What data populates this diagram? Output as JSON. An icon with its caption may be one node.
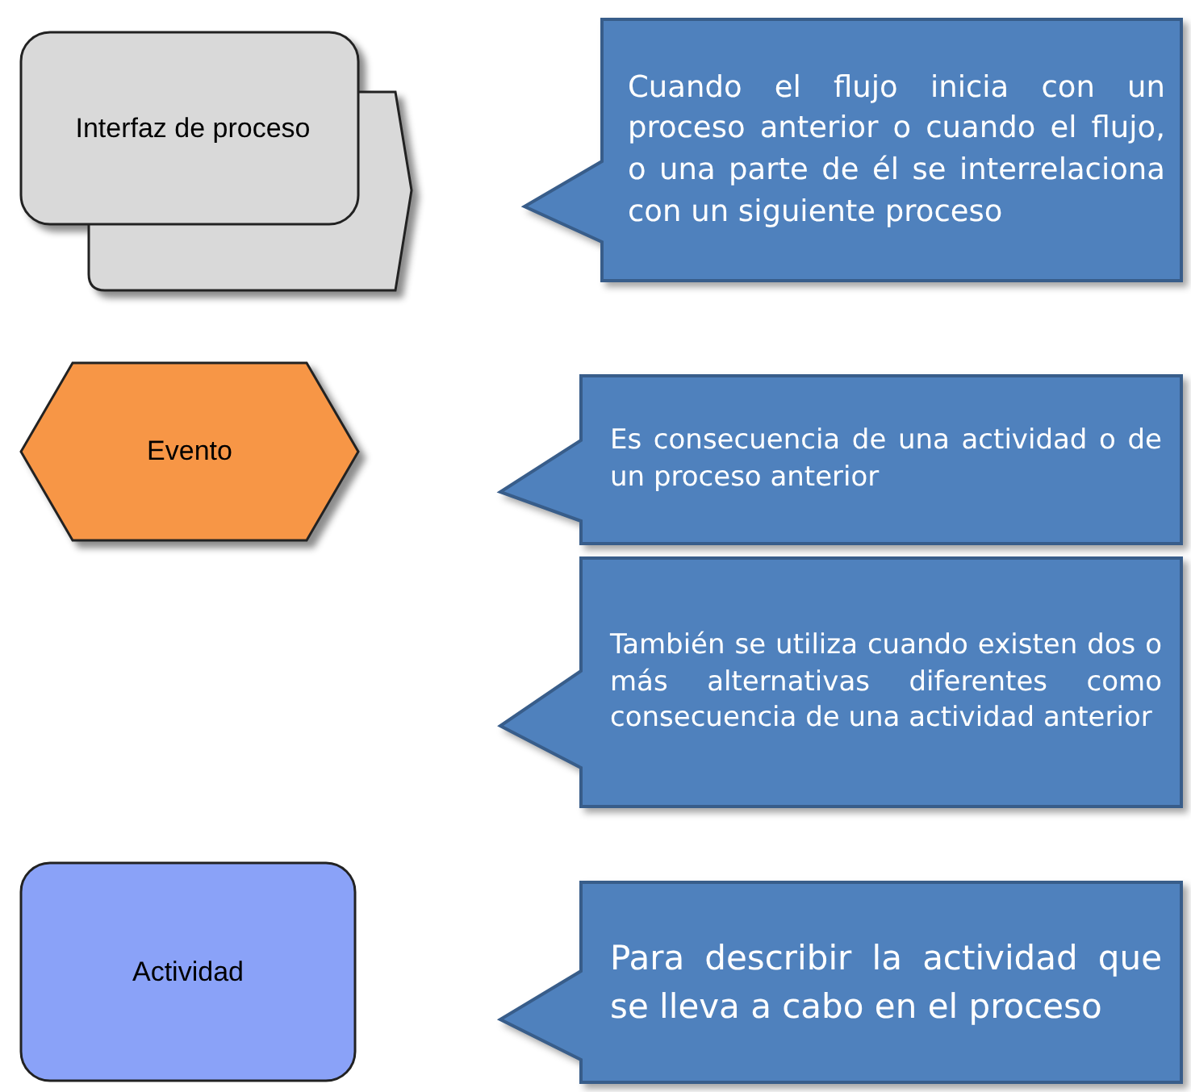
{
  "diagram": {
    "nodes": [
      {
        "text": [
          "Interfaz de proceso"
        ]
      },
      {
        "text": [
          "Cuando el flujo inicia con un proceso anterior o cuando el flujo, o una parte de él se interrelaciona con un siguiente proceso"
        ]
      },
      {
        "text": [
          "Evento"
        ]
      },
      {
        "text": [
          "Es consecuencia de una actividad o de un proceso anterior"
        ]
      },
      {
        "text": [
          "También se utiliza cuando existen dos o más alternativas diferentes como consecuencia de una actividad anterior"
        ]
      },
      {
        "text": [
          "Actividad"
        ]
      },
      {
        "text": [
          "Para describir la actividad que se lleva a cabo en el proceso"
        ]
      }
    ]
  }
}
